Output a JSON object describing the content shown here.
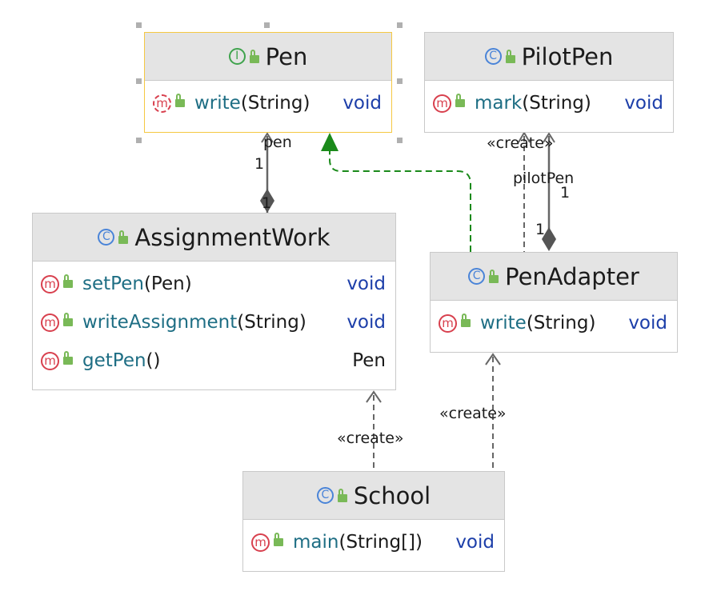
{
  "classes": {
    "pen": {
      "name": "Pen",
      "kind": "I",
      "members": [
        {
          "kind": "m",
          "name": "write",
          "sig": "(String)",
          "type": "void"
        }
      ]
    },
    "pilotpen": {
      "name": "PilotPen",
      "kind": "C",
      "members": [
        {
          "kind": "m",
          "name": "mark",
          "sig": "(String)",
          "type": "void"
        }
      ]
    },
    "assignmentwork": {
      "name": "AssignmentWork",
      "kind": "C",
      "members": [
        {
          "kind": "m",
          "name": "setPen",
          "sig": "(Pen)",
          "type": "void"
        },
        {
          "kind": "m",
          "name": "writeAssignment",
          "sig": "(String)",
          "type": "void"
        },
        {
          "kind": "m",
          "name": "getPen",
          "sig": "()",
          "type": "Pen"
        }
      ]
    },
    "penadapter": {
      "name": "PenAdapter",
      "kind": "C",
      "members": [
        {
          "kind": "m",
          "name": "write",
          "sig": "(String)",
          "type": "void"
        }
      ]
    },
    "school": {
      "name": "School",
      "kind": "C",
      "members": [
        {
          "kind": "m",
          "name": "main",
          "sig": "(String[])",
          "type": "void"
        }
      ]
    }
  },
  "edge_labels": {
    "pen_role": "pen",
    "pen_mult_top": "1",
    "pen_mult_bottom": "1",
    "pilot_create": "«create»",
    "pilot_role": "pilotPen",
    "pilot_mult_top": "1",
    "pilot_mult_bottom": "1",
    "school_create_assign": "«create»",
    "school_create_adapter": "«create»"
  },
  "colors": {
    "box_border": "#c9c9c9",
    "header_bg": "#e4e4e4",
    "selection": "#f5c842",
    "realization": "#1a8a1a",
    "edge": "#666666"
  }
}
